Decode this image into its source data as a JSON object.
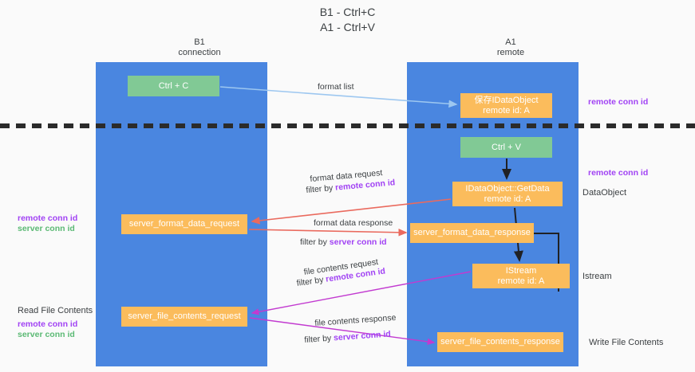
{
  "title": {
    "line1": "B1 - Ctrl+C",
    "line2": "A1 - Ctrl+V"
  },
  "columns": [
    {
      "id": "b1",
      "name": "B1",
      "role": "connection"
    },
    {
      "id": "a1",
      "name": "A1",
      "role": "remote"
    }
  ],
  "nodes": {
    "ctrl_c": {
      "label": "Ctrl + C",
      "sub": "",
      "color": "#81c995"
    },
    "idataobject": {
      "label": "保存IDataObject",
      "sub": "remote id: A",
      "color": "#fbbc5c"
    },
    "ctrl_v": {
      "label": "Ctrl + V",
      "sub": "",
      "color": "#81c995"
    },
    "getdata": {
      "label": "IDataObject::GetData",
      "sub": "remote id: A",
      "color": "#fbbc5c"
    },
    "server_format_data_request": {
      "label": "server_format_data_request",
      "color": "#fbbc5c"
    },
    "server_format_data_response": {
      "label": "server_format_data_response",
      "color": "#fbbc5c"
    },
    "istream": {
      "label": "IStream",
      "sub": "remote id: A",
      "color": "#fbbc5c"
    },
    "server_file_contents_request": {
      "label": "server_file_contents_request",
      "color": "#fbbc5c"
    },
    "server_file_contents_response": {
      "label": "server_file_contents_response",
      "color": "#fbbc5c"
    }
  },
  "side_labels": {
    "dataobject": "DataObject",
    "istream": "Istream",
    "write_file_contents": "Write File Contents",
    "read_file_contents": "Read File Contents"
  },
  "annotations": {
    "remote_conn_id": "remote conn id",
    "server_conn_id": "server conn id"
  },
  "edges": {
    "format_list": "format list",
    "format_data_request": "format data request",
    "format_data_request_filter_prefix": "filter by ",
    "format_data_response": "format data response",
    "format_data_response_filter_prefix": "filter by ",
    "file_contents_request": "file contents request",
    "file_contents_request_filter_prefix": "filter by ",
    "file_contents_response": "file contents response",
    "file_contents_response_filter_prefix": "filter by "
  },
  "colors": {
    "lane": "#4a86e0",
    "green_node": "#81c995",
    "orange_node": "#fbbc5c",
    "purple_text": "#a142f4",
    "green_text": "#5bb974",
    "red_arrow": "#ea6a5e",
    "blue_arrow": "#9dc7f0",
    "magenta_arrow": "#c23ad0",
    "dark_arrow": "#202124",
    "background": "#fafafa"
  }
}
